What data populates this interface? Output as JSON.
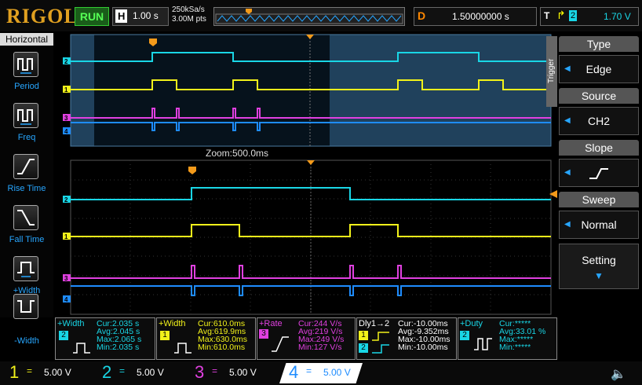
{
  "topbar": {
    "logo": "RIGOL",
    "run_status": "RUN",
    "horizontal_key": "H",
    "timebase": "1.00 s",
    "sample_rate": "250kSa/s",
    "memory_depth": "3.00M pts",
    "delay_key": "D",
    "delay_value": "1.50000000 s",
    "trigger_key": "T",
    "trigger_source_badge": "2",
    "trigger_level": "1.70 V"
  },
  "left_menu": {
    "title": "Horizontal",
    "items": [
      {
        "label": "Period",
        "icon": "period-icon"
      },
      {
        "label": "Freq",
        "icon": "frequency-icon"
      },
      {
        "label": "Rise Time",
        "icon": "rise-time-icon"
      },
      {
        "label": "Fall Time",
        "icon": "fall-time-icon"
      },
      {
        "label": "+Width",
        "icon": "positive-width-icon"
      },
      {
        "label": "-Width",
        "icon": "negative-width-icon"
      }
    ]
  },
  "screen": {
    "zoom_label": "Zoom:500.0ms"
  },
  "right_menu": {
    "tab": "Trigger",
    "type_title": "Type",
    "type_value": "Edge",
    "source_title": "Source",
    "source_value": "CH2",
    "slope_title": "Slope",
    "sweep_title": "Sweep",
    "sweep_value": "Normal",
    "setting_label": "Setting"
  },
  "measurements": [
    {
      "name": "+Width",
      "channel": "2",
      "color": "#19d6e6",
      "lines": [
        "Cur:2.035 s",
        "Avg:2.045 s",
        "Max:2.065 s",
        "Min:2.035 s"
      ]
    },
    {
      "name": "+Width",
      "channel": "1",
      "color": "#f2f21a",
      "lines": [
        "Cur:610.0ms",
        "Avg:619.9ms",
        "Max:630.0ms",
        "Min:610.0ms"
      ]
    },
    {
      "name": "+Rate",
      "channel": "3",
      "color": "#e040e0",
      "lines": [
        "Cur:244 V/s",
        "Avg:219 V/s",
        "Max:249 V/s",
        "Min:127 V/s"
      ]
    },
    {
      "name": "Dly1→2",
      "channel": "1",
      "color": "#ffffff",
      "lines": [
        "Cur:-10.00ms",
        "Avg:-9.352ms",
        "Max:-10.00ms",
        "Min:-10.00ms"
      ]
    },
    {
      "name": "+Duty",
      "channel": "2",
      "color": "#19d6e6",
      "lines": [
        "Cur:*****",
        "Avg:33.01 %",
        "Max:*****",
        "Min:*****"
      ]
    }
  ],
  "channels": [
    {
      "num": "1",
      "coupling": "=",
      "scale": "5.00 V",
      "color": "#f2f21a"
    },
    {
      "num": "2",
      "coupling": "=",
      "scale": "5.00 V",
      "color": "#19d6e6"
    },
    {
      "num": "3",
      "coupling": "=",
      "scale": "5.00 V",
      "color": "#e040e0"
    },
    {
      "num": "4",
      "coupling": "=",
      "scale": "5.00 V",
      "color": "#1e8cff"
    }
  ],
  "colors": {
    "ch1": "#f2f21a",
    "ch2": "#19d6e6",
    "ch3": "#e040e0",
    "ch4": "#1e8cff",
    "trigger_marker": "#f39a1a",
    "menu_accent": "#27a6ff"
  }
}
